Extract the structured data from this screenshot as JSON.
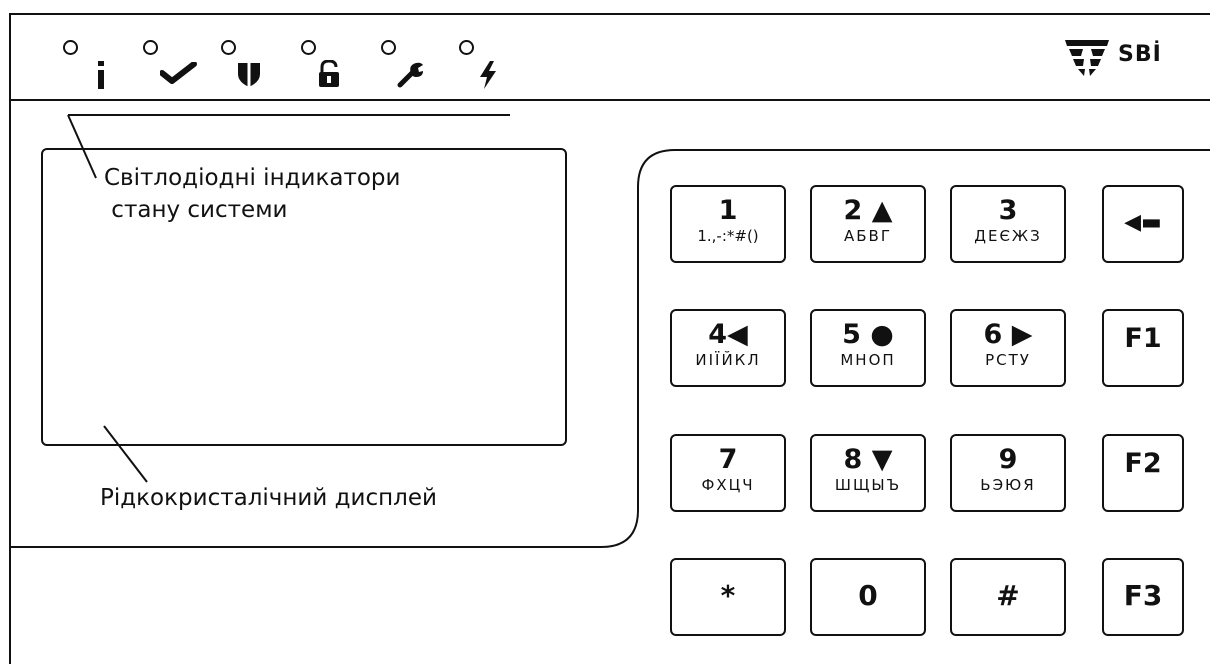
{
  "logo": {
    "text": "SBİ"
  },
  "indicators": [
    {
      "name": "info-icon"
    },
    {
      "name": "check-icon"
    },
    {
      "name": "shield-icon"
    },
    {
      "name": "unlock-icon"
    },
    {
      "name": "wrench-icon"
    },
    {
      "name": "lightning-icon"
    }
  ],
  "labels": {
    "leds": "Світлодіодні індикатори\n стану системи",
    "lcd": "Рідкокристалічний дисплей"
  },
  "keys": [
    {
      "main": "1",
      "sub": "1.,-:*#()"
    },
    {
      "main": "2 ▲",
      "sub": "АБВГ"
    },
    {
      "main": "3",
      "sub": "ДЕЄЖЗ"
    },
    {
      "main": "◀▬",
      "sub": ""
    },
    {
      "main": "4◀",
      "sub": "ИІЇЙКЛ"
    },
    {
      "main": "5 ●",
      "sub": "МНОП"
    },
    {
      "main": "6 ▶",
      "sub": "РСТУ"
    },
    {
      "main": "F1",
      "sub": ""
    },
    {
      "main": "7",
      "sub": "ФХЦЧ"
    },
    {
      "main": "8 ▼",
      "sub": "ШЩЫЪ"
    },
    {
      "main": "9",
      "sub": "ЬЭЮЯ"
    },
    {
      "main": "F2",
      "sub": ""
    },
    {
      "main": "*",
      "sub": ""
    },
    {
      "main": "0",
      "sub": ""
    },
    {
      "main": "#",
      "sub": ""
    },
    {
      "main": "F3",
      "sub": ""
    }
  ]
}
